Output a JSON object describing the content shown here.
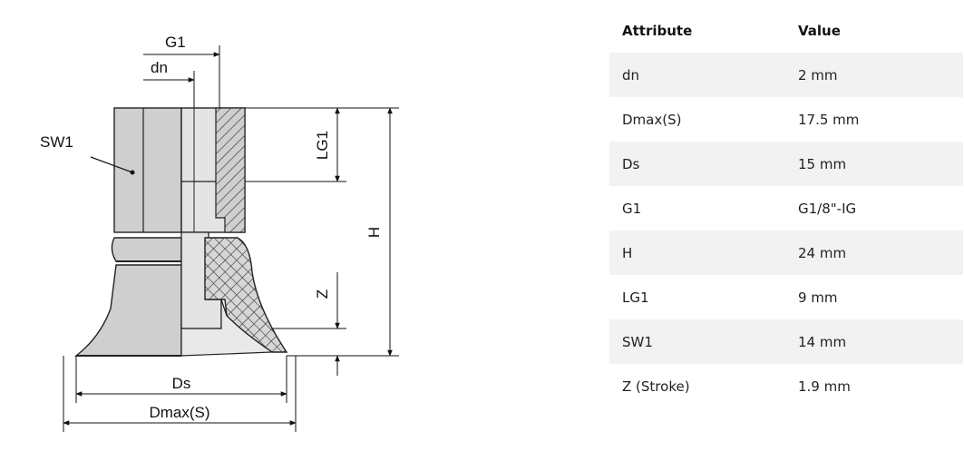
{
  "drawing": {
    "labels": {
      "g1": "G1",
      "dn": "dn",
      "sw1": "SW1",
      "lg1": "LG1",
      "h": "H",
      "z": "Z",
      "ds": "Ds",
      "dmax": "Dmax(S)"
    }
  },
  "table": {
    "headers": {
      "attribute": "Attribute",
      "value": "Value"
    },
    "rows": [
      {
        "attribute": "dn",
        "value": "2 mm"
      },
      {
        "attribute": "Dmax(S)",
        "value": "17.5 mm"
      },
      {
        "attribute": "Ds",
        "value": "15 mm"
      },
      {
        "attribute": "G1",
        "value": "G1/8\"-IG"
      },
      {
        "attribute": "H",
        "value": "24 mm"
      },
      {
        "attribute": "LG1",
        "value": "9 mm"
      },
      {
        "attribute": "SW1",
        "value": "14 mm"
      },
      {
        "attribute": "Z (Stroke)",
        "value": "1.9 mm"
      }
    ]
  }
}
